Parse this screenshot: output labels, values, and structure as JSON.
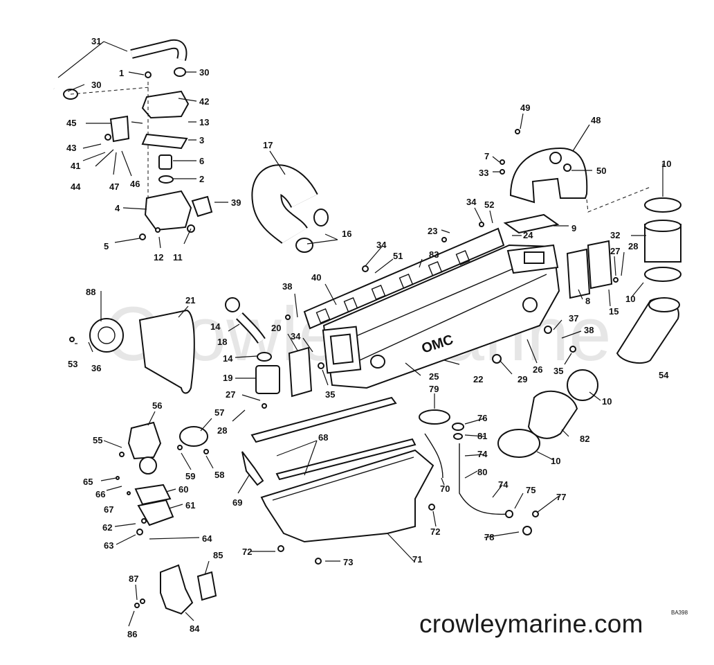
{
  "watermark_text": "CrowleyMarine",
  "brand_on_part": "OMC",
  "site_text": "crowleymarine.com",
  "drawing_code": "BA398",
  "callouts": [
    "1",
    "2",
    "3",
    "4",
    "5",
    "6",
    "7",
    "8",
    "9",
    "10",
    "11",
    "12",
    "13",
    "14",
    "15",
    "16",
    "17",
    "18",
    "19",
    "20",
    "21",
    "22",
    "23",
    "24",
    "25",
    "26",
    "27",
    "28",
    "29",
    "30",
    "31",
    "32",
    "33",
    "34",
    "35",
    "36",
    "37",
    "38",
    "39",
    "40",
    "41",
    "42",
    "43",
    "44",
    "45",
    "46",
    "47",
    "48",
    "49",
    "50",
    "51",
    "52",
    "53",
    "54",
    "55",
    "56",
    "57",
    "58",
    "59",
    "60",
    "61",
    "62",
    "63",
    "64",
    "65",
    "66",
    "67",
    "68",
    "69",
    "70",
    "71",
    "72",
    "73",
    "74",
    "75",
    "76",
    "77",
    "78",
    "79",
    "80",
    "81",
    "82",
    "83",
    "84",
    "85",
    "86",
    "87",
    "88"
  ]
}
